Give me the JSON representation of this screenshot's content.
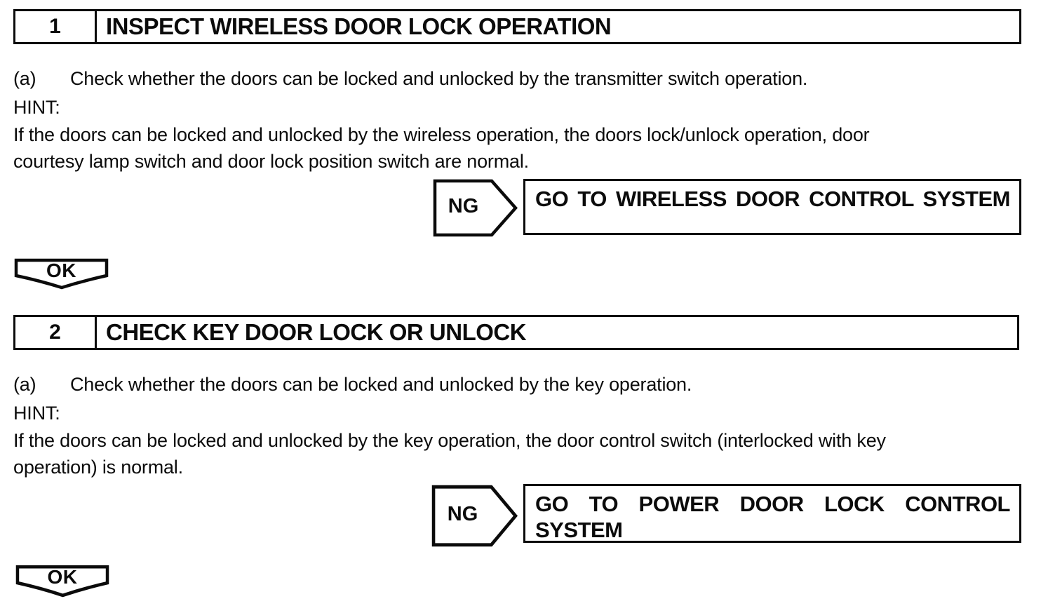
{
  "page": {
    "background": "#ffffff",
    "ink": "#0b0b0b"
  },
  "sections": [
    {
      "step_number": "1",
      "title": "INSPECT WIRELESS DOOR LOCK OPERATION",
      "instruction_label": "(a)",
      "instruction": "Check whether the doors can be locked and unlocked by the transmitter switch operation.",
      "hint_label": "HINT:",
      "hint_lines": [
        "If the doors can be locked and unlocked by the wireless operation, the doors lock/unlock operation, door",
        "courtesy lamp switch and door lock position switch are normal."
      ],
      "ng_label": "NG",
      "ng_result_lines": [
        "GO TO WIRELESS DOOR CONTROL SYSTEM",
        ""
      ],
      "ok_label": "OK"
    },
    {
      "step_number": "2",
      "title": "CHECK KEY DOOR LOCK OR UNLOCK",
      "instruction_label": "(a)",
      "instruction": "Check whether the doors can be locked and unlocked by the key operation.",
      "hint_label": "HINT:",
      "hint_lines": [
        "If the doors can be locked and unlocked by the key operation, the door control switch (interlocked with key",
        "operation) is normal."
      ],
      "ng_label": "NG",
      "ng_result_lines": [
        "GO TO POWER DOOR LOCK CONTROL",
        "SYSTEM"
      ],
      "ok_label": "OK"
    }
  ]
}
